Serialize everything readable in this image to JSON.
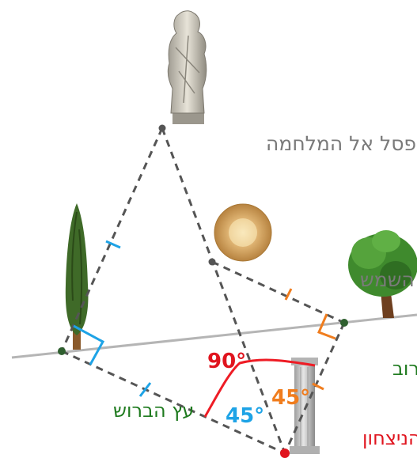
{
  "labels": {
    "statue_war_god": "פסל אל המלחמה",
    "statue_sun_goddess": "פסל לאלת השמש",
    "carob_tree": "עץ החרוב",
    "cypress_tree": "עץ הברוש",
    "victory_pillar": "עמוד הניצחון"
  },
  "angles": {
    "right_angle": "90°",
    "angle_at_pillar_left": "45°",
    "angle_at_pillar_right": "45°"
  },
  "colors": {
    "dashed_line": "#555555",
    "ground_line": "#b5b5b5",
    "tick_blue": "#1ea3e6",
    "tick_orange": "#f07d1e",
    "angle_red": "#ee1c25",
    "angle_blue": "#1ea3e6",
    "angle_orange": "#f07d1e",
    "label_gray": "#7a7a7a",
    "label_green": "#1e7a1e",
    "label_red": "#e0141e",
    "point_dark": "#2f5f2f",
    "point_red": "#e0141e"
  },
  "icons": [
    "statue-icon",
    "sun-icon",
    "cypress-tree-icon",
    "carob-tree-icon",
    "pillar-icon"
  ]
}
